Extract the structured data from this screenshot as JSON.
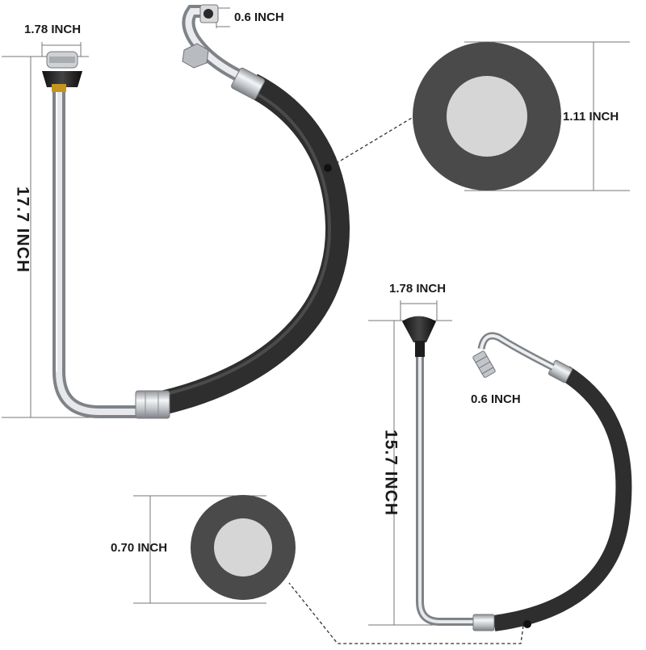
{
  "hose_a": {
    "length_label": "17.7 INCH",
    "cap_width_label": "1.78 INCH",
    "fitting_label": "0.6 INCH",
    "cross_section_label": "1.11 INCH"
  },
  "hose_b": {
    "length_label": "15.7 INCH",
    "cap_width_label": "1.78 INCH",
    "fitting_label": "0.6 INCH",
    "cross_section_label": "0.70 INCH"
  },
  "colors": {
    "hose_rubber": "#2e2e2e",
    "metal_tube": "#c9ccd0",
    "cross_section_outer": "#4a4a4a",
    "cross_section_inner": "#d6d6d6",
    "dimension_line": "#777777"
  }
}
